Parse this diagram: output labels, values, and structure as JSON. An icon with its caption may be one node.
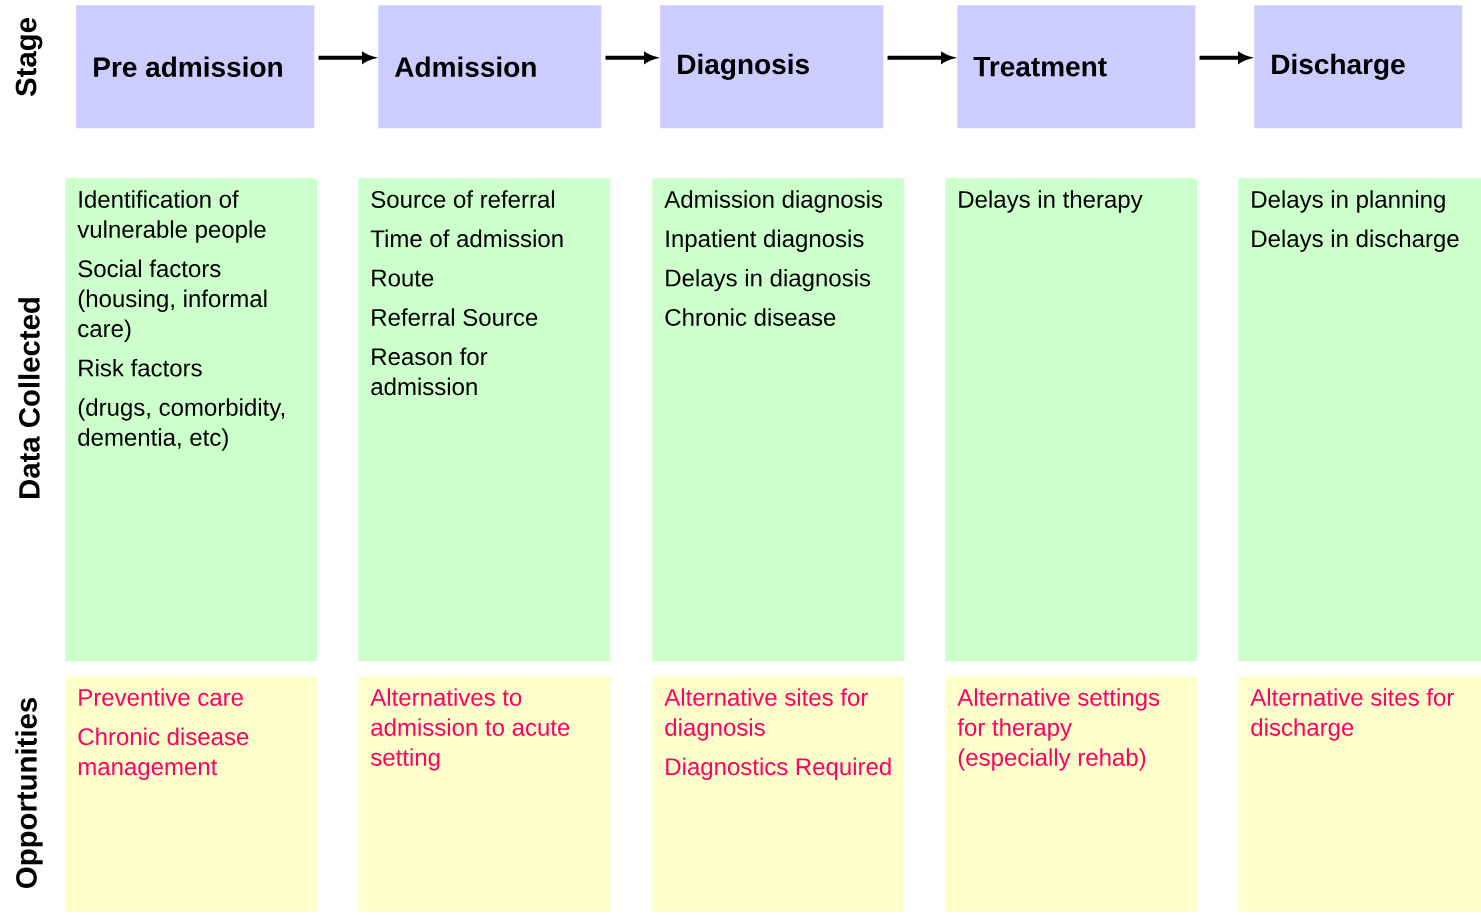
{
  "diagram": {
    "nodes": [
      {
        "text": [
          "Pre admission"
        ]
      },
      {
        "text": [
          "Admission"
        ]
      },
      {
        "text": [
          "Diagnosis"
        ]
      },
      {
        "text": [
          "Treatment"
        ]
      },
      {
        "text": [
          "Discharge"
        ]
      },
      {
        "text": [
          "Identification of vulnerable people",
          "Social factors (housing, informal care)",
          "Risk factors",
          "(drugs, comorbidity, dementia, etc)"
        ]
      },
      {
        "text": [
          "Source of referral",
          "Time of admission",
          "Route",
          "Referral Source",
          "Reason for admission"
        ]
      },
      {
        "text": [
          "Admission diagnosis",
          "Inpatient diagnosis",
          "Delays in diagnosis",
          "Chronic disease"
        ]
      },
      {
        "text": [
          "Delays in therapy"
        ]
      },
      {
        "text": [
          "Delays in planning",
          "Delays in discharge"
        ]
      },
      {
        "text": [
          "Preventive care",
          "Chronic disease management"
        ]
      },
      {
        "text": [
          "Alternatives to admission to acute setting"
        ]
      },
      {
        "text": [
          "Alternative sites for diagnosis",
          "Diagnostics Required"
        ]
      },
      {
        "text": [
          "Alternative settings for therapy (especially rehab)"
        ]
      },
      {
        "text": [
          "Alternative sites for discharge"
        ]
      }
    ],
    "edges": [
      {
        "from": 0,
        "to": 1,
        "arrow": "to"
      },
      {
        "from": 1,
        "to": 2,
        "arrow": "to"
      },
      {
        "from": 2,
        "to": 3,
        "arrow": "to"
      },
      {
        "from": 3,
        "to": 4,
        "arrow": "to"
      }
    ],
    "labels": [
      "Stage",
      "Data Collected",
      "Opportunities"
    ]
  }
}
